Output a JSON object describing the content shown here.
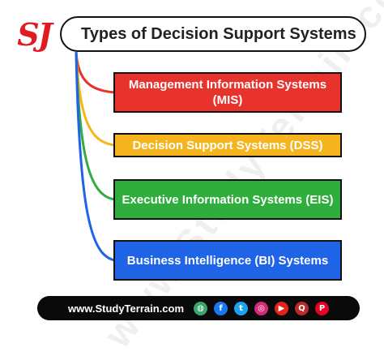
{
  "logo": {
    "text": "SJ"
  },
  "title": "Types of Decision Support Systems",
  "watermark": "www.StudyTerrain.com",
  "items": [
    {
      "label": "Management Information Systems (MIS)",
      "color": "#e8322c"
    },
    {
      "label": "Decision Support Systems (DSS)",
      "color": "#f6b41e"
    },
    {
      "label": "Executive Information Systems (EIS)",
      "color": "#2fae3d"
    },
    {
      "label": "Business Intelligence (BI) Systems",
      "color": "#1f63e6"
    }
  ],
  "footer": {
    "url": "www.StudyTerrain.com",
    "social_icons": [
      {
        "name": "globe-icon",
        "glyph": "◍",
        "color": "#3aa66b"
      },
      {
        "name": "facebook-icon",
        "glyph": "f",
        "color": "#1877f2"
      },
      {
        "name": "twitter-icon",
        "glyph": "t",
        "color": "#1da1f2"
      },
      {
        "name": "instagram-icon",
        "glyph": "◎",
        "color": "#d62976"
      },
      {
        "name": "youtube-icon",
        "glyph": "▶",
        "color": "#e62117"
      },
      {
        "name": "quora-icon",
        "glyph": "Q",
        "color": "#b92b27"
      },
      {
        "name": "pinterest-icon",
        "glyph": "P",
        "color": "#e60023"
      }
    ]
  }
}
